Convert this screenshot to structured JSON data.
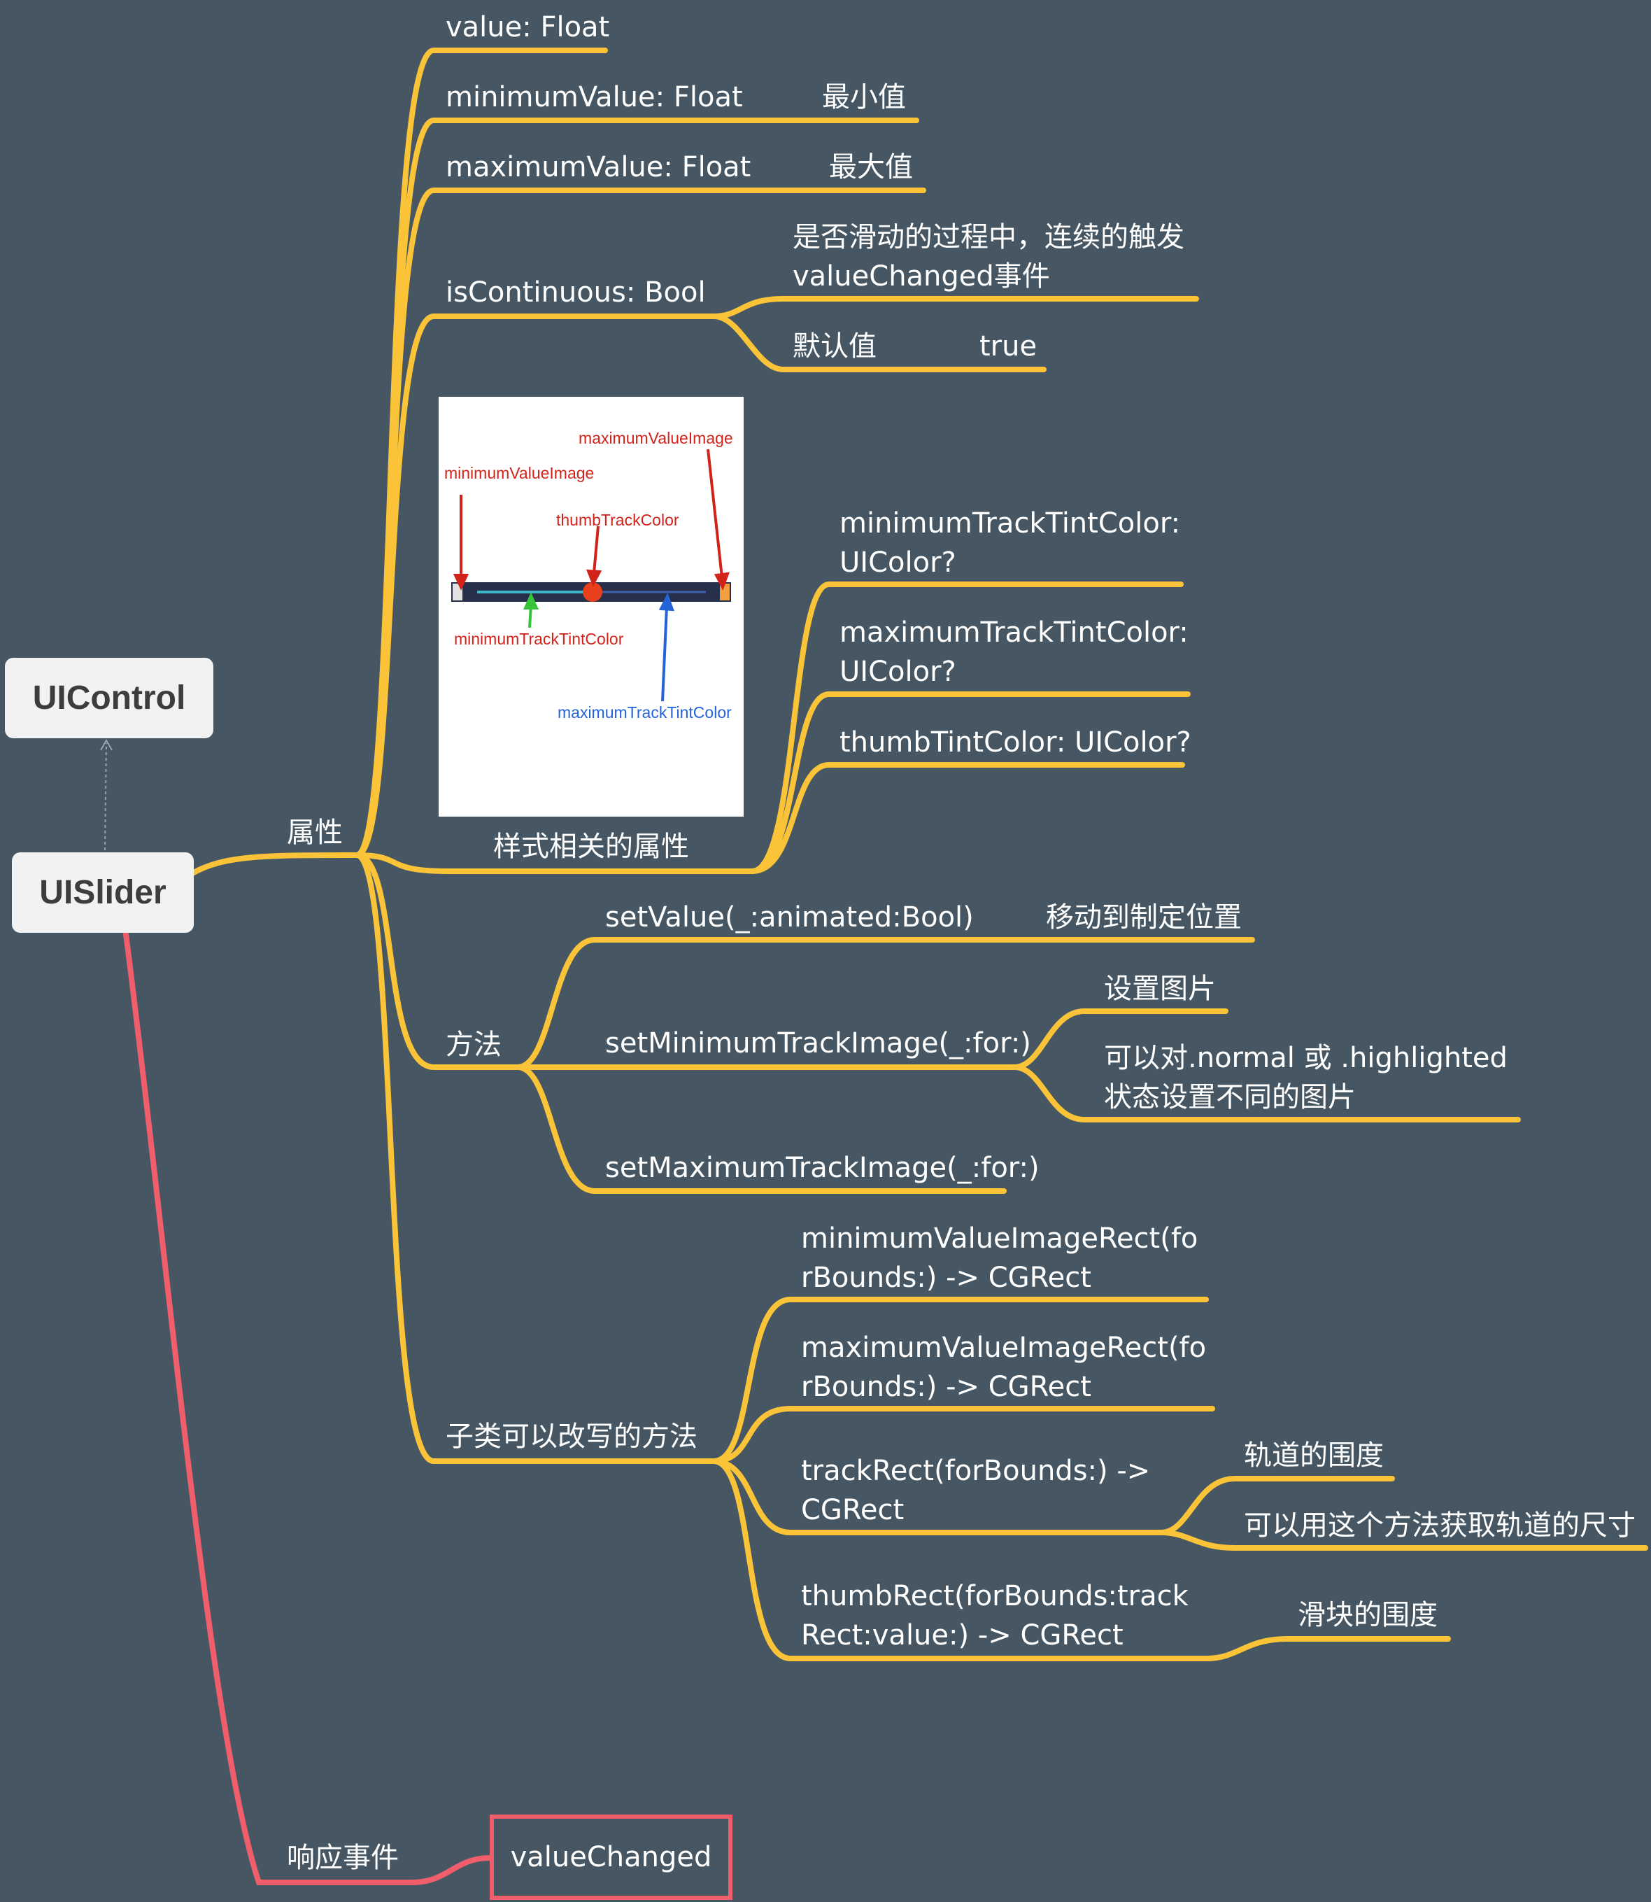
{
  "root": {
    "title": "UISlider",
    "parent": "UIControl"
  },
  "branches": {
    "properties": {
      "label": "属性"
    },
    "methods": {
      "label": "方法"
    },
    "overridable": {
      "label": "子类可以改写的方法"
    },
    "events": {
      "label": "响应事件"
    }
  },
  "properties": {
    "value": "value: Float",
    "minimumValue": {
      "name": "minimumValue: Float",
      "note": "最小值"
    },
    "maximumValue": {
      "name": "maximumValue: Float",
      "note": "最大值"
    },
    "isContinuous": {
      "name": "isContinuous: Bool",
      "desc": "是否滑动的过程中，连续的触发valueChanged事件",
      "default_label": "默认值",
      "default_value": "true"
    },
    "style": {
      "label": "样式相关的属性",
      "items": [
        "minimumTrackTintColor: UIColor?",
        "maximumTrackTintColor: UIColor?",
        "thumbTintColor: UIColor?"
      ],
      "figure_labels": {
        "maxValueImage": "maximumValueImage",
        "minValueImage": "minimumValueImage",
        "thumb": "thumbTrackColor",
        "minTrack": "minimumTrackTintColor",
        "maxTrack": "maximumTrackTintColor"
      }
    }
  },
  "methods": {
    "setValue": {
      "name": "setValue(_:animated:Bool)",
      "note": "移动到制定位置"
    },
    "setMin": {
      "name": "setMinimumTrackImage(_:for:)",
      "note1": "设置图片",
      "note2": "可以对.normal 或 .highlighted状态设置不同的图片"
    },
    "setMax": {
      "name": "setMaximumTrackImage(_:for:)"
    }
  },
  "overridable": {
    "minRect": "minimumValueImageRect(forBounds:) -> CGRect",
    "maxRect": "maximumValueImageRect(forBounds:) -> CGRect",
    "trackRect": {
      "name": "trackRect(forBounds:) -> CGRect",
      "note1": "轨道的围度",
      "note2": "可以用这个方法获取轨道的尺寸"
    },
    "thumbRect": {
      "name": "thumbRect(forBounds:trackRect:value:) -> CGRect",
      "note": "滑块的围度"
    }
  },
  "events": {
    "item": "valueChanged"
  },
  "colors": {
    "background": "#465763",
    "branch": "#fbc438",
    "event_branch": "#ef5e6a",
    "root_bg": "#f2f2f2"
  }
}
